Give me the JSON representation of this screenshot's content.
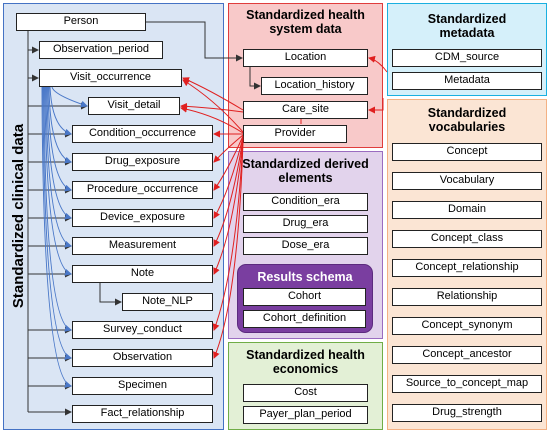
{
  "clinical": {
    "title": "Standardized clinical data",
    "tables": [
      "Person",
      "Observation_period",
      "Visit_occurrence",
      "Visit_detail",
      "Condition_occurrence",
      "Drug_exposure",
      "Procedure_occurrence",
      "Device_exposure",
      "Measurement",
      "Note",
      "Note_NLP",
      "Survey_conduct",
      "Observation",
      "Specimen",
      "Fact_relationship"
    ]
  },
  "health_system": {
    "title_line1": "Standardized health",
    "title_line2": "system data",
    "tables": [
      "Location",
      "Location_history",
      "Care_site",
      "Provider"
    ]
  },
  "derived": {
    "title_line1": "Standardized derived",
    "title_line2": "elements",
    "tables": [
      "Condition_era",
      "Drug_era",
      "Dose_era"
    ]
  },
  "results": {
    "title": "Results schema",
    "tables": [
      "Cohort",
      "Cohort_definition"
    ]
  },
  "economics": {
    "title_line1": "Standardized health",
    "title_line2": "economics",
    "tables": [
      "Cost",
      "Payer_plan_period"
    ]
  },
  "metadata": {
    "title_line1": "Standardized",
    "title_line2": "metadata",
    "tables": [
      "CDM_source",
      "Metadata"
    ]
  },
  "vocabularies": {
    "title_line1": "Standardized",
    "title_line2": "vocabularies",
    "tables": [
      "Concept",
      "Vocabulary",
      "Domain",
      "Concept_class",
      "Concept_relationship",
      "Relationship",
      "Concept_synonym",
      "Concept_ancestor",
      "Source_to_concept_map",
      "Drug_strength"
    ]
  },
  "colors": {
    "clinical_fill": "#dae5f4",
    "clinical_border": "#4472c4",
    "health_system_fill": "#f8c9c9",
    "health_system_border": "#e03c3c",
    "derived_fill": "#e2d3ec",
    "derived_border": "#9a6cc0",
    "results_fill": "#7a3ea0",
    "economics_fill": "#e3f0d6",
    "economics_border": "#70ad47",
    "metadata_fill": "#d5f0fa",
    "metadata_border": "#1ab0e0",
    "vocab_fill": "#fbe5d4",
    "vocab_border": "#f4b183",
    "arrow_blue": "#4a78c8",
    "arrow_red": "#e02020",
    "arrow_dark": "#333333"
  }
}
